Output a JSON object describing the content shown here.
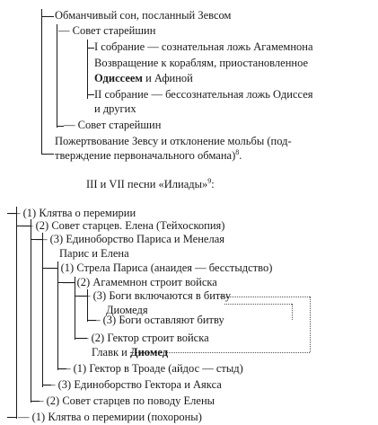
{
  "top_outline": {
    "line1": "Обманчивый сон, посланный Зевсом",
    "line2": "— Совет старейшин",
    "line3": "I собрание — сознательная ложь Агамемнона",
    "line4": "Возвращение к кораблям, приостановленное",
    "line5_bold": "Одиссеем",
    "line5_rest": " и Афиной",
    "line6": "II собрание — бессознательная ложь Одиссея",
    "line7": "и других",
    "line8": "— Совет старейшин",
    "line9": "Пожертвование Зевсу и отклонение мольбы (под-",
    "line10": "тверждение первоначального обмана)",
    "line10_note": "8",
    "line10_end": "."
  },
  "heading": {
    "text": "III и VII песни «Илиады»",
    "note": "9",
    "end": ":"
  },
  "bottom_outline": {
    "line1": "— (1) Клятва о перемирии",
    "line2": "— (2) Совет старцев. Елена (Тейхоскопия)",
    "line3": "— (3) Единоборство Париса и Менелая",
    "line4": "Парис и Елена",
    "line5": "— (1) Стрела Париса (анаидея — бесстыдство)",
    "line6": "— (2) Агамемнон строит войска",
    "line7": "— (3) Боги включаются в битву",
    "line8": "Диомедя",
    "line9": "— (3) Боги оставляют битву",
    "line10": "— (2) Гектор строит войска",
    "line11_a": "Главк и ",
    "line11_bold": "Диомед",
    "line12": "— (1) Гектор в Троаде (айдос — стыд)",
    "line13": "— (3) Единоборство Гектора и Аякса",
    "line14": "— (2) Совет старцев по поводу Елены",
    "line15": "— (1) Клятва о перемирии (похороны)"
  }
}
